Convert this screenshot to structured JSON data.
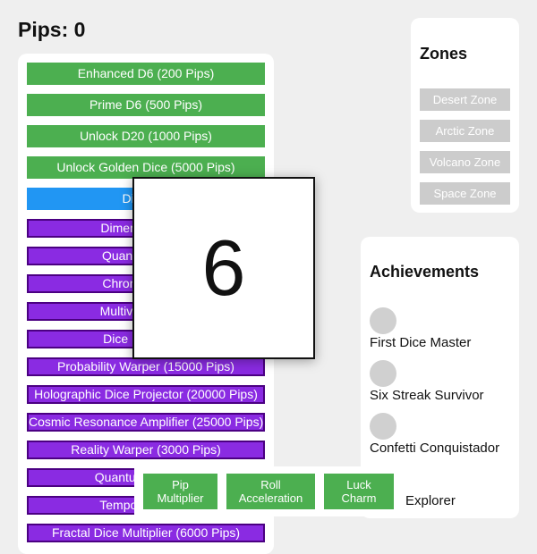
{
  "header": {
    "pips_label": "Pips: 0"
  },
  "shop": {
    "items": [
      {
        "label": "Enhanced D6 (200 Pips)",
        "style": "green"
      },
      {
        "label": "Prime D6 (500 Pips)",
        "style": "green"
      },
      {
        "label": "Unlock D20 (1000 Pips)",
        "style": "green"
      },
      {
        "label": "Unlock Golden Dice (5000 Pips)",
        "style": "green"
      },
      {
        "label": "Dice Rai",
        "style": "blue"
      },
      {
        "label": "Dimensional Dic",
        "style": "purple"
      },
      {
        "label": "Quantum Entan",
        "style": "purple"
      },
      {
        "label": "Chrono Dice Ac",
        "style": "purple"
      },
      {
        "label": "Multiverse Pip G",
        "style": "purple"
      },
      {
        "label": "Dice Fusion Re",
        "style": "purple"
      },
      {
        "label": "Probability Warper (15000 Pips)",
        "style": "purple"
      },
      {
        "label": "Holographic Dice Projector (20000 Pips)",
        "style": "purple"
      },
      {
        "label": "Cosmic Resonance Amplifier (25000 Pips)",
        "style": "purple"
      },
      {
        "label": "Reality Warper (3000 Pips)",
        "style": "purple"
      },
      {
        "label": "Quantum Chaos F",
        "style": "purple"
      },
      {
        "label": "Temporal Dice D",
        "style": "purple"
      },
      {
        "label": "Fractal Dice Multiplier (6000 Pips)",
        "style": "purple"
      }
    ]
  },
  "zones": {
    "title": "Zones",
    "items": [
      "Desert Zone",
      "Arctic Zone",
      "Volcano Zone",
      "Space Zone"
    ]
  },
  "achievements": {
    "title": "Achievements",
    "items": [
      "First Dice Master",
      "Six Streak Survivor",
      "Confetti Conquistador",
      "Explorer"
    ]
  },
  "dice": {
    "value": "6"
  },
  "upgrades": {
    "items": [
      "Pip\nMultiplier",
      "Roll\nAcceleration",
      "Luck\nCharm"
    ]
  },
  "colors": {
    "green": "#4caf50",
    "blue": "#2196f3",
    "purple": "#8a2be2",
    "zone_gray": "#cccccc"
  }
}
